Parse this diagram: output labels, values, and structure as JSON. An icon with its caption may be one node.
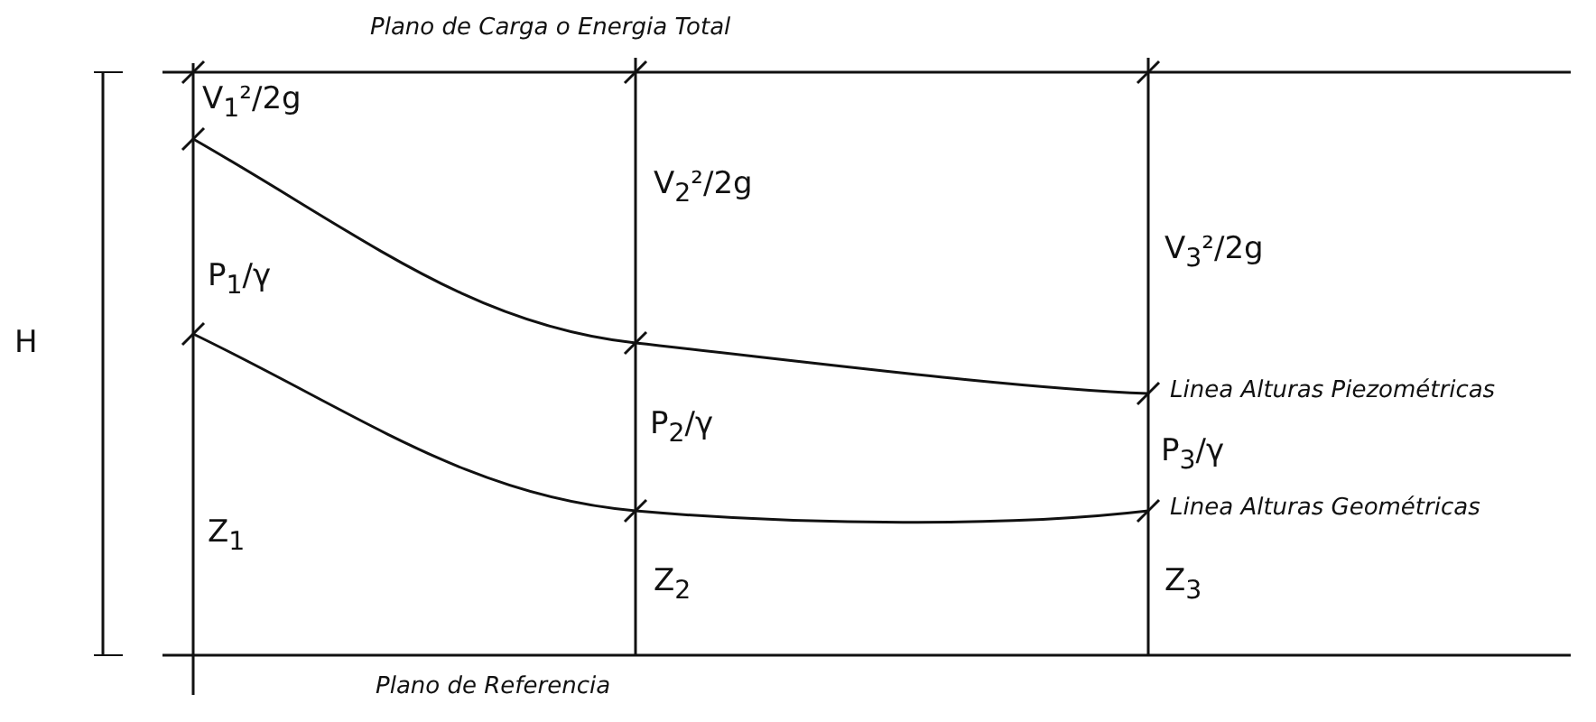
{
  "diagram": {
    "labels": [
      "Plano de Carga o Energia Total",
      "V$_{1}$²/2g",
      "V$_{2}$²/2g",
      "V$_{3}$²/2g",
      "P$_{1}$/γ",
      "H",
      "Linea Alturas Piezométricas",
      "P$_{2}$/γ",
      "P$_{3}$/γ",
      "Linea Alturas Geométricas",
      "Z$_{1}$",
      "Z$_{2}$",
      "Z$_{3}$",
      "Plano de Referencia"
    ]
  }
}
